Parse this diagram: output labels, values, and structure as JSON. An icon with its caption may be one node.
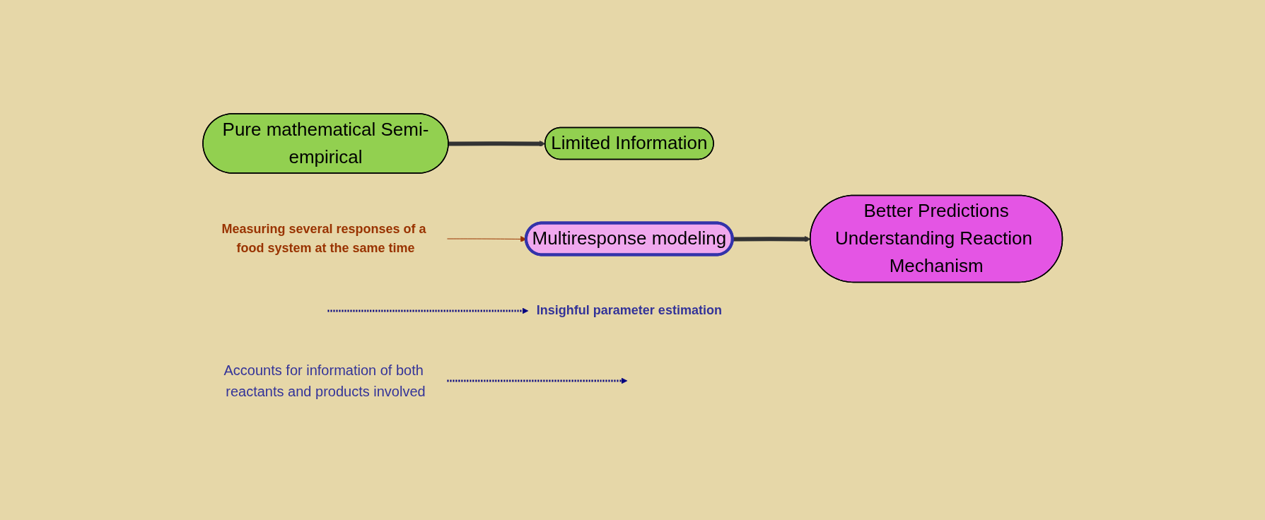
{
  "diagram": {
    "nodes": [
      {
        "text": [
          "Pure mathematical Semi-empirical"
        ]
      },
      {
        "text": [
          "Limited Information"
        ]
      },
      {
        "text": [
          "Measuring several responses of a food system at the same time"
        ]
      },
      {
        "text": [
          "Multiresponse modeling"
        ]
      },
      {
        "text": [
          "Accounts for information of both reactants and products involved"
        ]
      },
      {
        "text": [
          "Better Predictions",
          "Understanding Reaction Mechanism"
        ]
      },
      {
        "text": [
          "Insighful parameter estimation"
        ]
      }
    ],
    "edges": [
      {
        "from": 0,
        "to": 1,
        "arrow": "to",
        "style": "thick"
      },
      {
        "from": 2,
        "to": 3,
        "arrow": "to",
        "color": "#993300"
      },
      {
        "from": 3,
        "to": 5,
        "arrow": "to",
        "style": "thick"
      },
      {
        "from": 4,
        "to": null,
        "arrow": "to",
        "style": "dashed",
        "color": "#000080"
      },
      {
        "from": null,
        "to": 6,
        "arrow": "to",
        "style": "dashed",
        "color": "#000080"
      }
    ]
  }
}
